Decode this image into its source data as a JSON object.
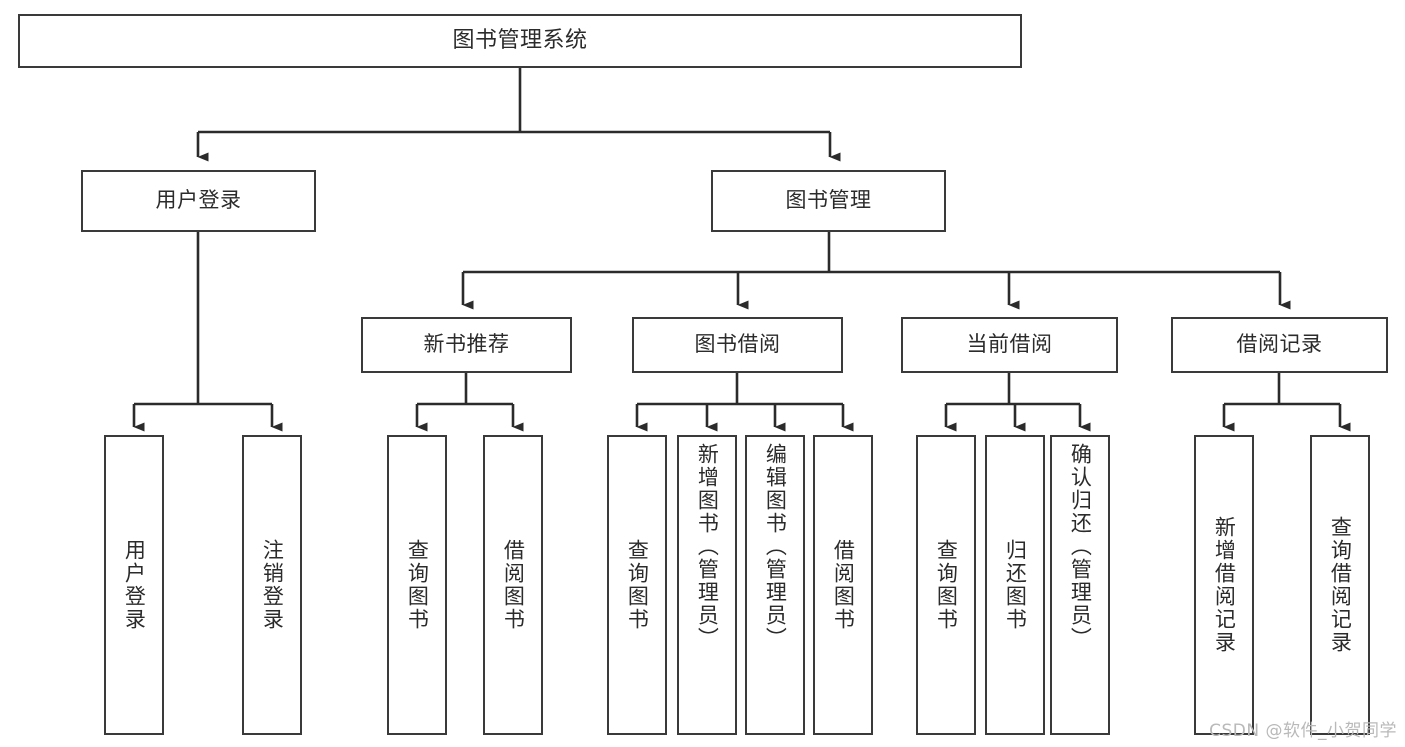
{
  "diagram": {
    "type": "tree-hierarchy",
    "title": "图书管理系统",
    "watermark": "CSDN @软件_小贺同学",
    "colors": {
      "box_border": "#3a3a3a",
      "box_fill": "#ffffff",
      "connector": "#2b2b2b",
      "text": "#2b2b2b",
      "watermark": "#b9b9b9"
    },
    "root": {
      "label": "图书管理系统"
    },
    "level2": [
      {
        "label": "用户登录"
      },
      {
        "label": "图书管理"
      }
    ],
    "level3": [
      {
        "label": "新书推荐"
      },
      {
        "label": "图书借阅"
      },
      {
        "label": "当前借阅"
      },
      {
        "label": "借阅记录"
      }
    ],
    "leaves": [
      {
        "label": "用户登录",
        "parent": "用户登录"
      },
      {
        "label": "注销登录",
        "parent": "用户登录"
      },
      {
        "label": "查询图书",
        "parent": "新书推荐"
      },
      {
        "label": "借阅图书",
        "parent": "新书推荐"
      },
      {
        "label": "查询图书",
        "parent": "图书借阅"
      },
      {
        "label": "新增图书（管理员）",
        "parent": "图书借阅"
      },
      {
        "label": "编辑图书（管理员）",
        "parent": "图书借阅"
      },
      {
        "label": "借阅图书",
        "parent": "图书借阅"
      },
      {
        "label": "查询图书",
        "parent": "当前借阅"
      },
      {
        "label": "归还图书",
        "parent": "当前借阅"
      },
      {
        "label": "确认归还（管理员）",
        "parent": "当前借阅"
      },
      {
        "label": "新增借阅记录",
        "parent": "借阅记录"
      },
      {
        "label": "查询借阅记录",
        "parent": "借阅记录"
      }
    ]
  }
}
